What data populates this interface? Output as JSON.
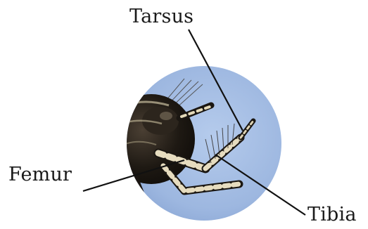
{
  "diagram": {
    "labels": {
      "tarsus": "Tarsus",
      "femur": "Femur",
      "tibia": "Tibia"
    },
    "photo": {
      "subject": "insect leg close-up",
      "background_color": "#9fb9e0",
      "body_color": "#1f1a14",
      "leg_band_light": "#e8dfc3",
      "leg_band_dark": "#1b1712"
    },
    "colors": {
      "leader_line": "#111111",
      "label_text": "#1a1a1a",
      "page_background": "#ffffff"
    }
  }
}
